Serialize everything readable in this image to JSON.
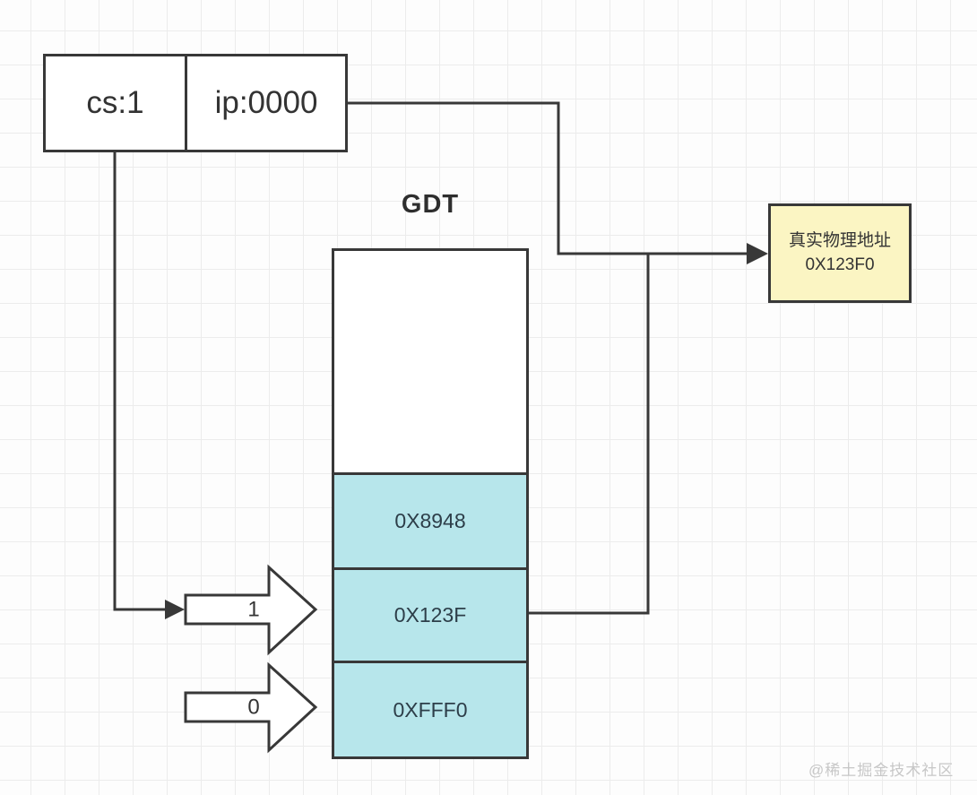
{
  "registers": {
    "cs_label": "cs:1",
    "ip_label": "ip:0000"
  },
  "gdt": {
    "title": "GDT",
    "rows": [
      {
        "value": ""
      },
      {
        "value": "0X8948"
      },
      {
        "value": "0X123F"
      },
      {
        "value": "0XFFF0"
      }
    ]
  },
  "index_arrows": [
    {
      "label": "1"
    },
    {
      "label": "0"
    }
  ],
  "result_note": {
    "line1": "真实物理地址",
    "line2": "0X123F0"
  },
  "watermark": "@稀土掘金技术社区",
  "colors": {
    "stroke": "#383838",
    "gdt_cell_fill": "#b7e6eb",
    "note_fill": "#fbf5c3",
    "grid_line": "#ececec",
    "watermark_text": "#c7c7c7"
  }
}
